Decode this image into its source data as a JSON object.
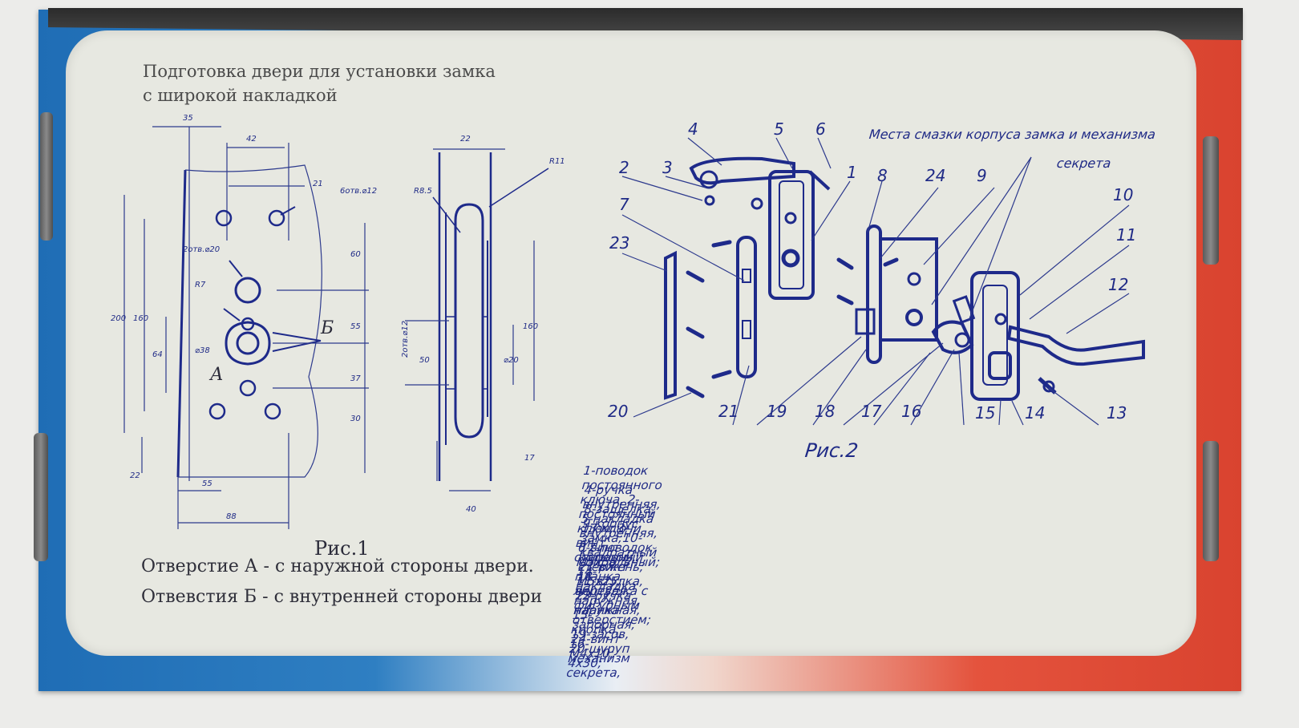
{
  "heading": {
    "line1": "Подготовка двери для установки замка",
    "line2": "с широкой накладкой"
  },
  "fig1": {
    "caption": "Рис.1",
    "hole_a_label": "А",
    "hole_b_label": "Б",
    "dims": {
      "d35": "35",
      "d42": "42",
      "d21": "21",
      "holes6": "6отв.⌀12",
      "holes2": "2отв.⌀20",
      "r7": "R7",
      "d38": "⌀38",
      "d200": "200",
      "d160": "160",
      "d64": "64",
      "d60": "60",
      "d55": "55",
      "d37": "37",
      "d30": "30",
      "d22": "22",
      "d55b": "55",
      "d88": "88",
      "d22top": "22",
      "r11": "R11",
      "r85": "R8.5",
      "holes2b": "2отв.⌀12",
      "d50": "50",
      "d20": "⌀20",
      "d160b": "160",
      "d17": "17",
      "d40": "40"
    }
  },
  "notes": {
    "hole_a": "Отверстие А - с наружной стороны двери.",
    "hole_b": "Отвевстия Б - с внутренней стороны двери"
  },
  "fig2": {
    "caption": "Рис.2",
    "lubrication_line1": "Места смазки корпуса замка и механизма",
    "lubrication_line2": "секрета",
    "callouts": [
      "4",
      "5",
      "6",
      "2",
      "3",
      "1",
      "8",
      "24",
      "9",
      "10",
      "11",
      "7",
      "23",
      "12",
      "20",
      "21",
      "19",
      "18",
      "17",
      "16",
      "15",
      "14",
      "13"
    ]
  },
  "legend": {
    "line1": "1-поводок постоянного ключа, 2-постоянный ключ, 3-винт стопорный,",
    "line2": "4-ручка внутренняя, 5-накладка внутренняя, 6-винт М5х50, 7-планка лицевая,",
    "line3": "8-защелка, 9-корпус замка;10-квадратный стержень; 11-втулка, 12-ручка наружная,",
    "line4": "13-ключи с кольцом, 14-накладка наружная, 15-кнопка, 16-механизм секрета,",
    "line5": "17-поводок спиральный; 18-вертушка с фигурным отверстием; 19-засов, 20-шуруп 4х30;",
    "line6": "21-винт М5х25;  23-планка запорная, 24-винт М4х10;"
  },
  "colors": {
    "ink": "#1e2a8a",
    "label_bg": "#e7e8e1",
    "box_blue": "#1f6db5",
    "box_red": "#e4533d"
  }
}
